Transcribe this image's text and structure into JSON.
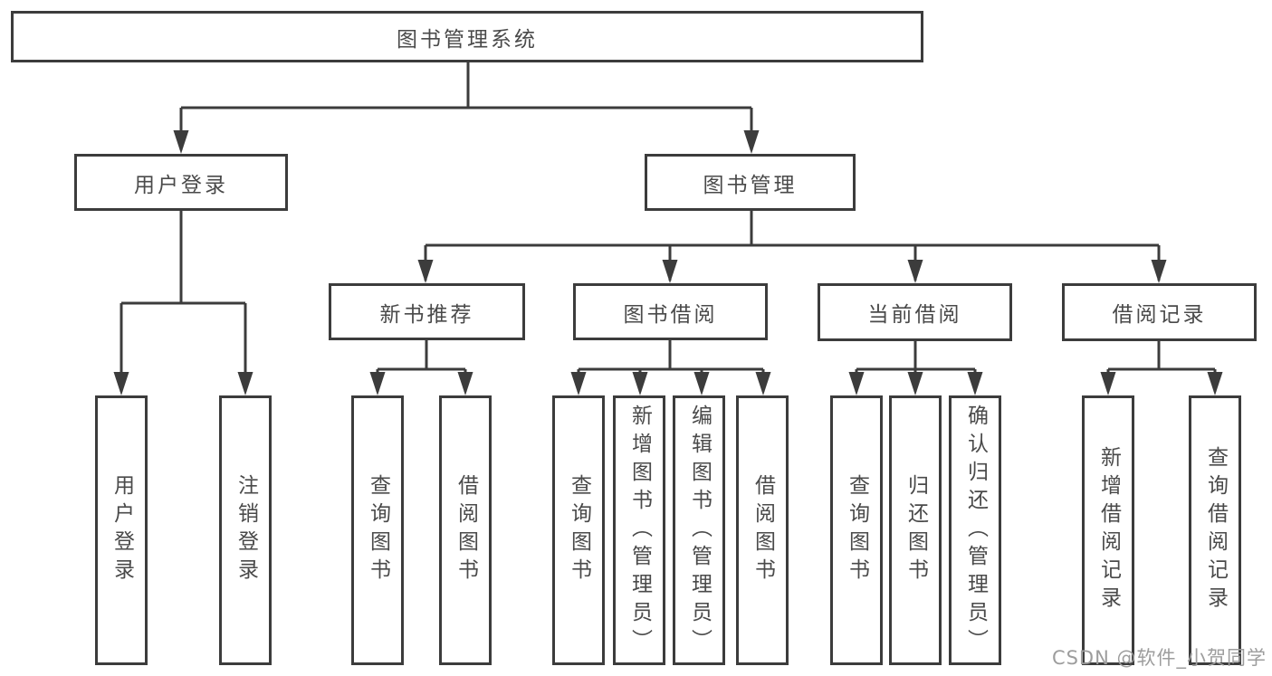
{
  "diagram": {
    "root": {
      "label": "图书管理系统",
      "children": [
        {
          "label": "用户登录",
          "children": [
            {
              "label": "用户登录"
            },
            {
              "label": "注销登录"
            }
          ]
        },
        {
          "label": "图书管理",
          "children": [
            {
              "label": "新书推荐",
              "children": [
                {
                  "label": "查询图书"
                },
                {
                  "label": "借阅图书"
                }
              ]
            },
            {
              "label": "图书借阅",
              "children": [
                {
                  "label": "查询图书"
                },
                {
                  "label": "新增图书（管理员）"
                },
                {
                  "label": "编辑图书（管理员）"
                },
                {
                  "label": "借阅图书"
                }
              ]
            },
            {
              "label": "当前借阅",
              "children": [
                {
                  "label": "查询图书"
                },
                {
                  "label": "归还图书"
                },
                {
                  "label": "确认归还（管理员）"
                }
              ]
            },
            {
              "label": "借阅记录",
              "children": [
                {
                  "label": "新增借阅记录"
                },
                {
                  "label": "查询借阅记录"
                }
              ]
            }
          ]
        }
      ]
    }
  },
  "watermark": {
    "text": "CSDN @软件_小贺同学"
  },
  "colors": {
    "line": "#3c3c3c",
    "text": "#4a4a4a",
    "watermark": "#9d9d9d",
    "background": "#ffffff"
  }
}
